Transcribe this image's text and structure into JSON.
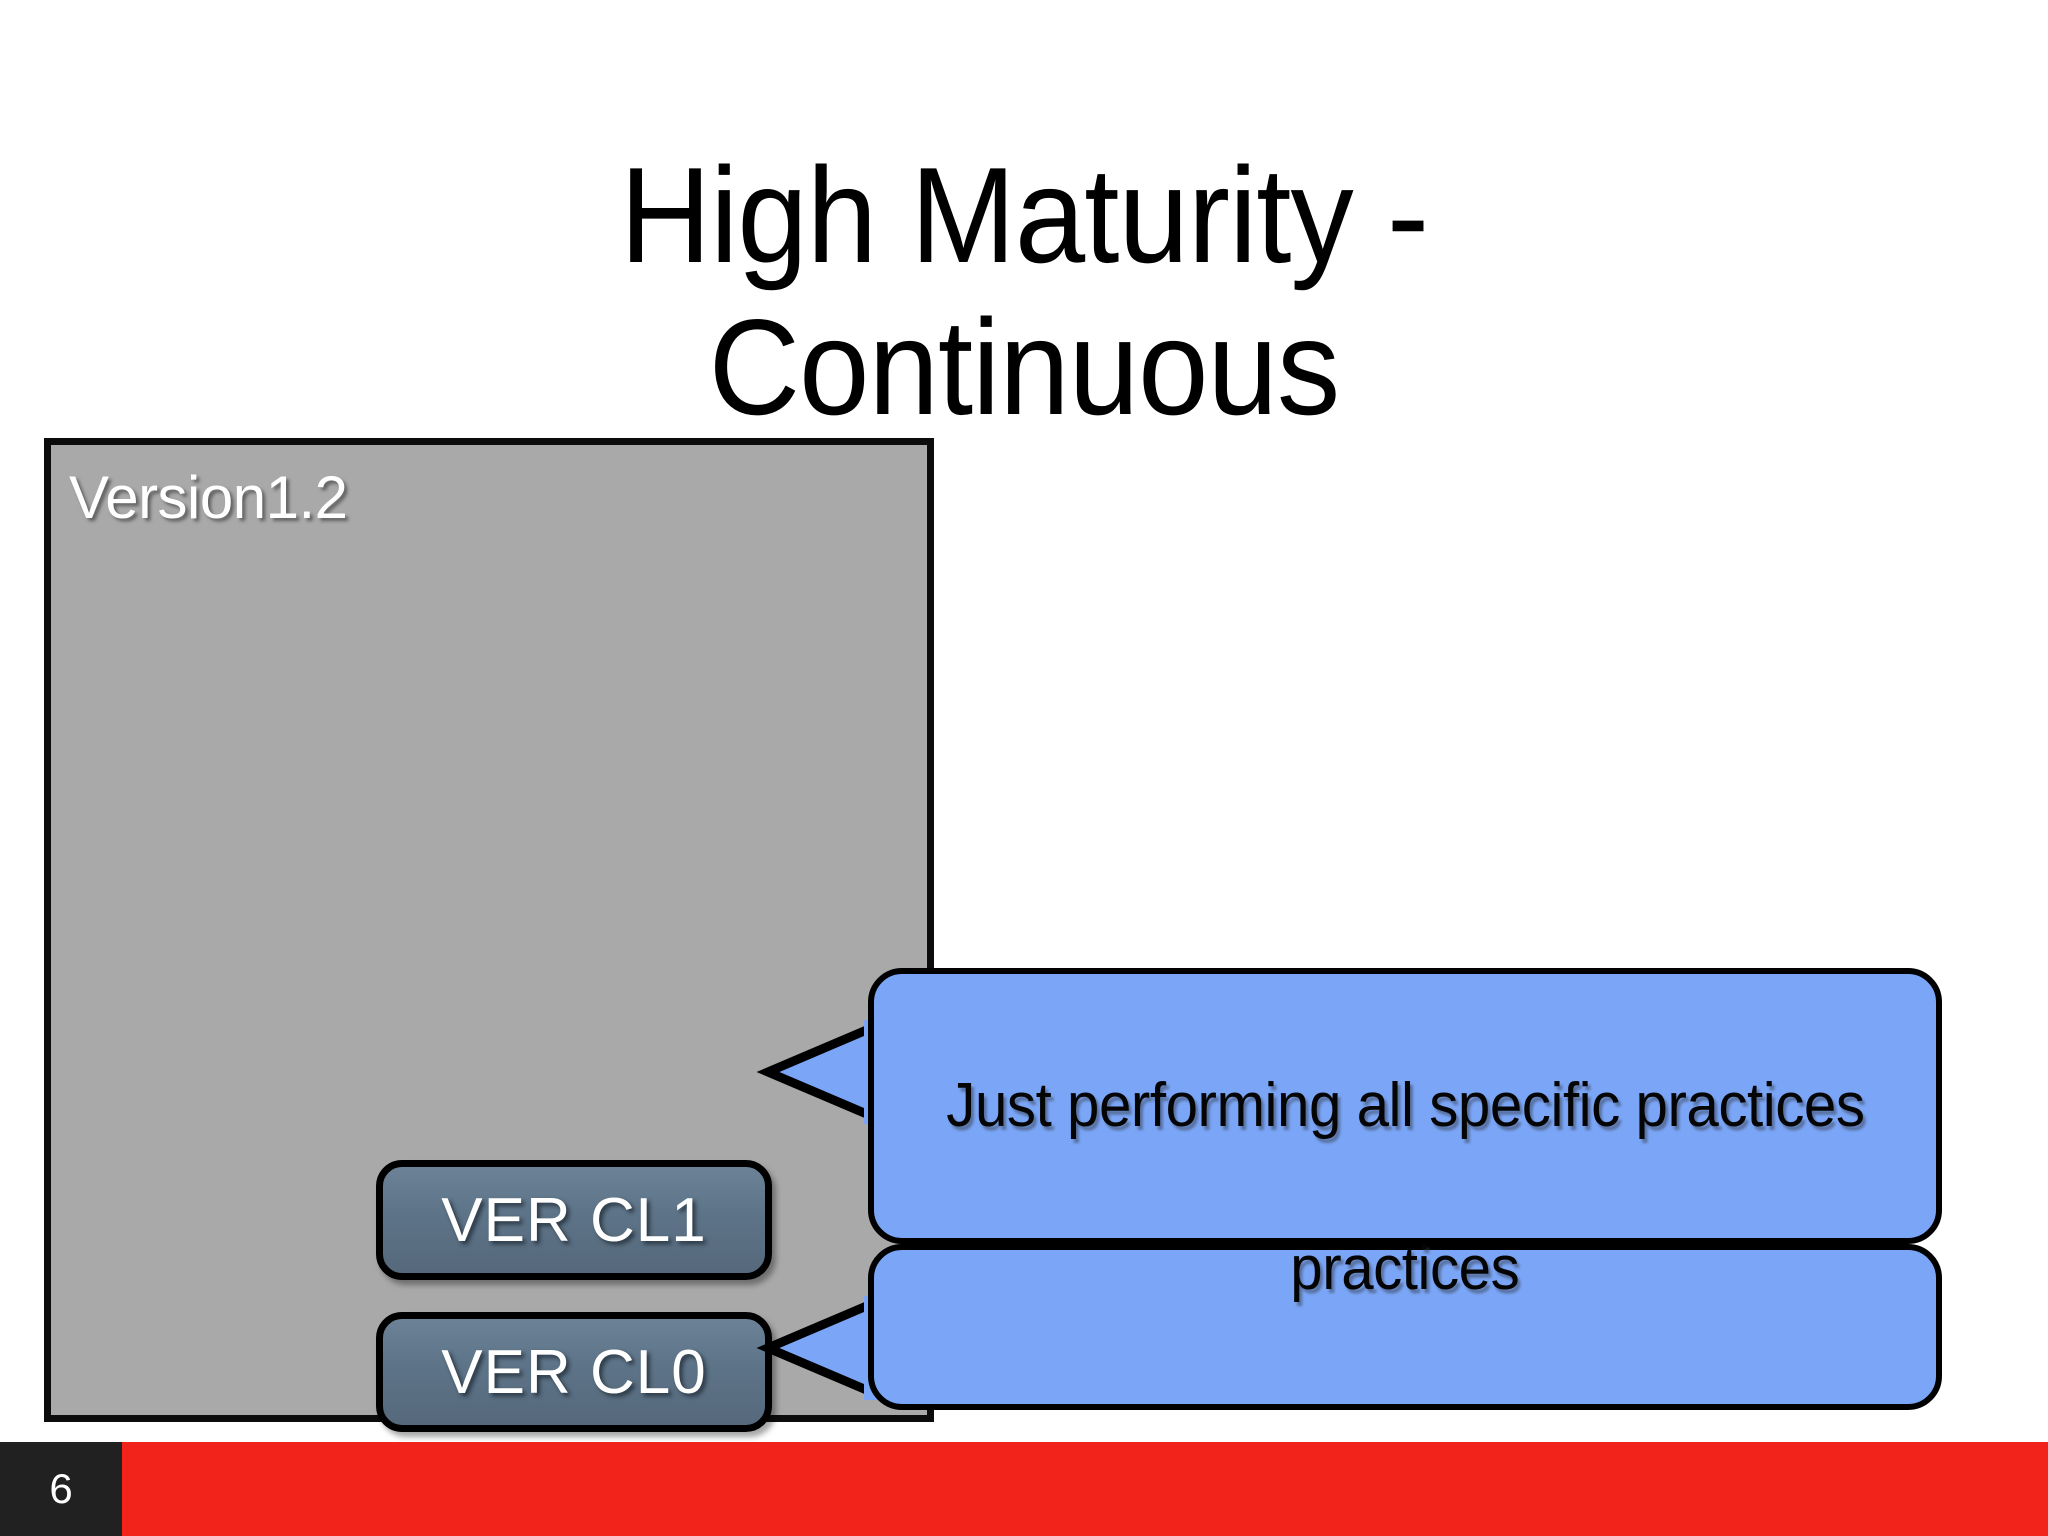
{
  "slide": {
    "title": "High Maturity -\nContinuous",
    "background_color": "#FFFFFF"
  },
  "version_panel": {
    "label": "Version1.2",
    "fill_color": "#A9A9AA",
    "border_color": "#0C0C0C",
    "text_color": "#FFFFFF"
  },
  "capability_levels": [
    {
      "label": "VER CL1",
      "fill_color": "#5D7387"
    },
    {
      "label": "VER CL0",
      "fill_color": "#5D7387"
    }
  ],
  "callouts": [
    {
      "text": "Just performing all specific practices",
      "target": "VER CL1",
      "fill_color": "#7BA6F7",
      "border_color": "#000000"
    },
    {
      "text": "practices",
      "target": "VER CL0",
      "fill_color": "#7BA6F7",
      "border_color": "#000000"
    }
  ],
  "footer": {
    "page_number": "6",
    "bar_color": "#F2231B",
    "page_box_color": "#212121",
    "page_number_color": "#FFFFFF"
  }
}
